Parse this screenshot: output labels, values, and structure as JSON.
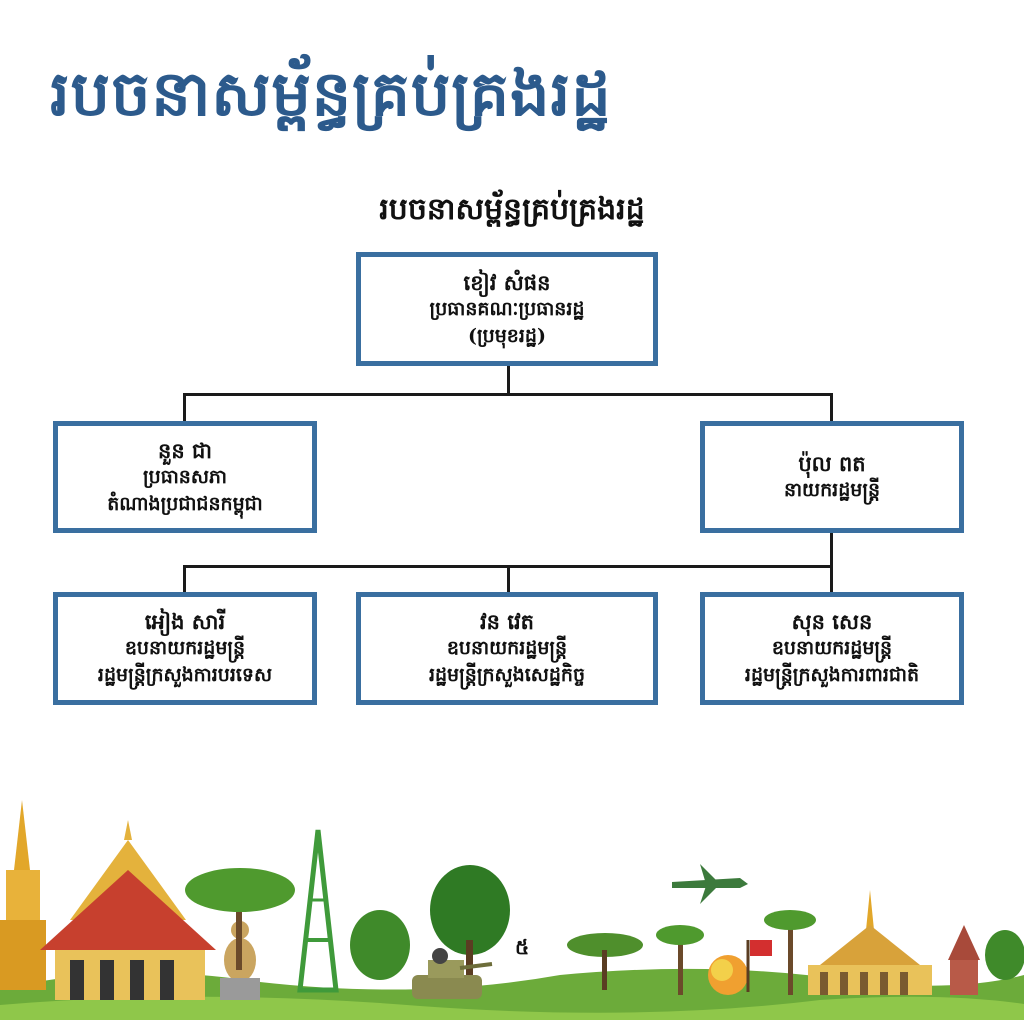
{
  "header": {
    "title": "របចនាសម្ព័ន្ធគ្រប់គ្រងរដ្ឋ"
  },
  "diagram": {
    "title": "របចនាសម្ព័ន្ធគ្រប់គ្រងរដ្ឋ",
    "top": {
      "name": "ខៀវ សំផន",
      "line1": "ប្រធានគណៈប្រធានរដ្ឋ",
      "line2": "(ប្រមុខរដ្ឋ)"
    },
    "left": {
      "name": "នួន ជា",
      "line1": "ប្រធានសភា",
      "line2": "តំណាងប្រជាជនកម្ពុជា"
    },
    "right": {
      "name": "ប៉ុល ពត",
      "line1": "នាយករដ្ឋមន្ត្រី"
    },
    "bottom": [
      {
        "name": "អៀង សារី",
        "line1": "ឧបនាយករដ្ឋមន្ត្រី",
        "line2": "រដ្ឋមន្ត្រីក្រសួងការបរទេស"
      },
      {
        "name": "វន វេត",
        "line1": "ឧបនាយករដ្ឋមន្ត្រី",
        "line2": "រដ្ឋមន្ត្រីក្រសួងសេដ្ឋកិច្ច"
      },
      {
        "name": "សុន សេន",
        "line1": "ឧបនាយករដ្ឋមន្ត្រី",
        "line2": "រដ្ឋមន្ត្រីក្រសួងការពារជាតិ"
      }
    ]
  },
  "footer": {
    "page_number": "៥"
  },
  "colors": {
    "title": "#2c5a8c",
    "box_border": "#3a6fa0",
    "connector": "#1a1a1a"
  }
}
